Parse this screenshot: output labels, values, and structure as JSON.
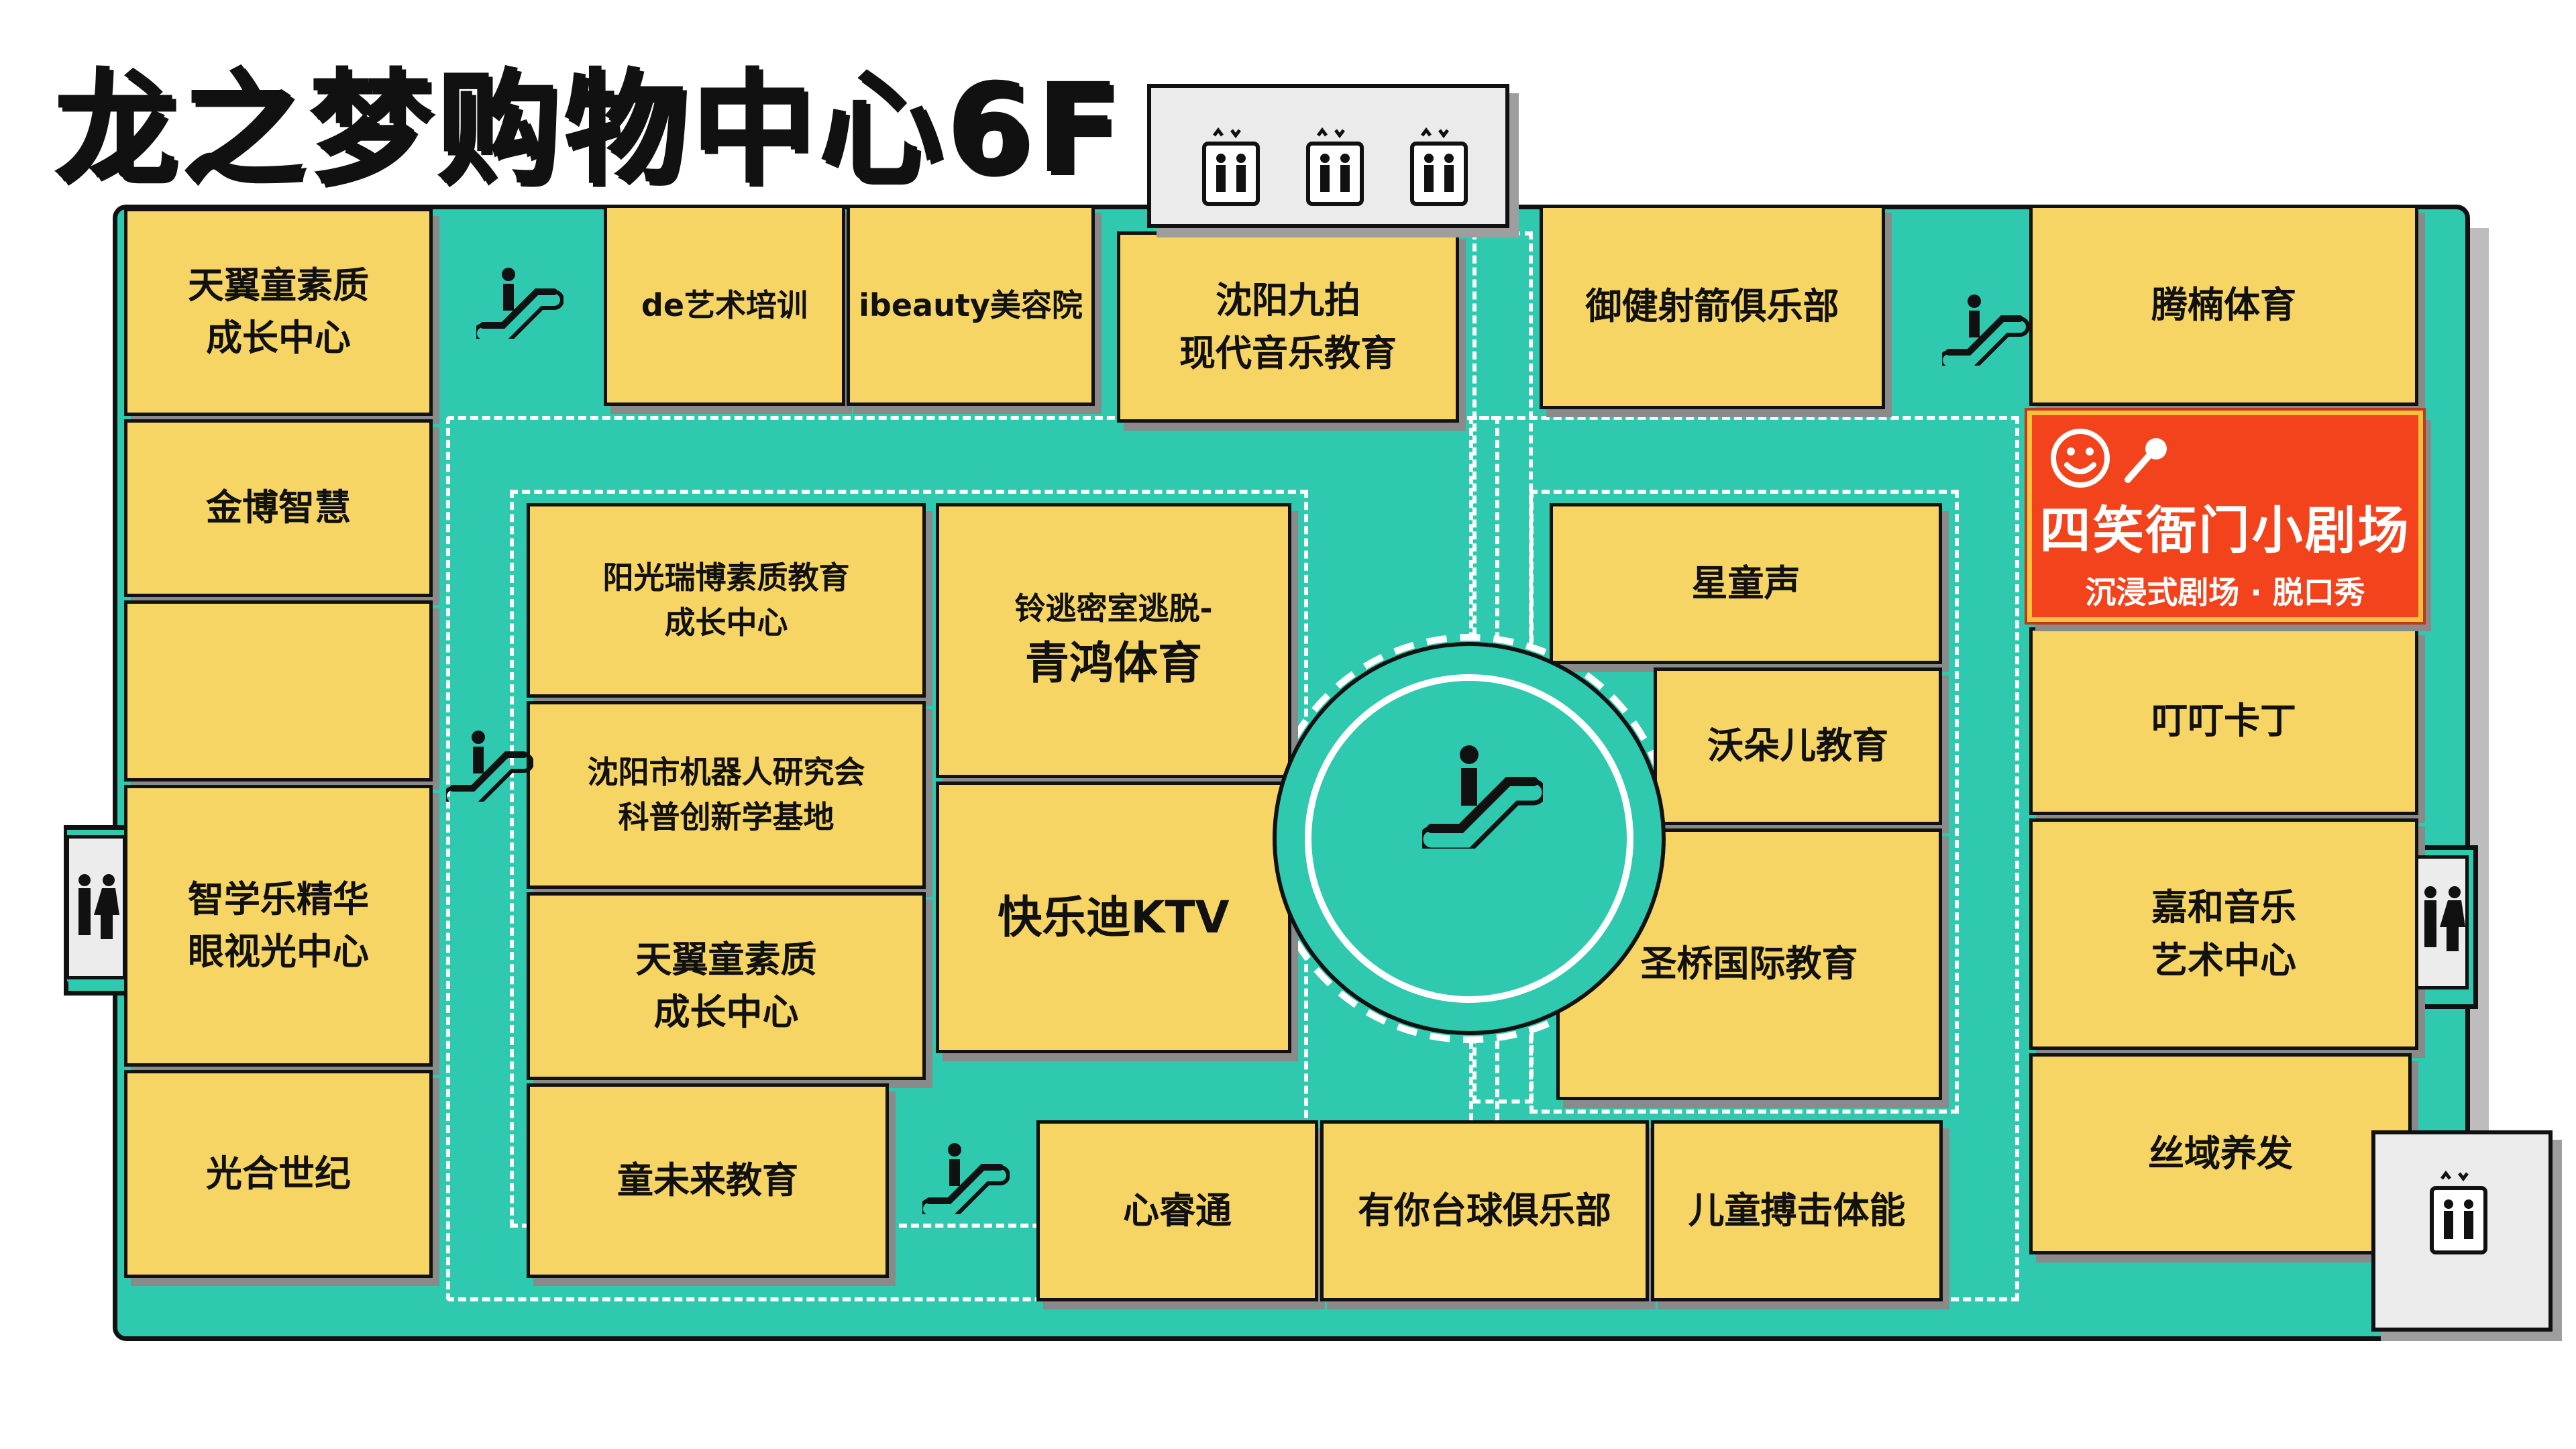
{
  "title": "龙之梦购物中心6F",
  "shops": {
    "s1": "天翼童素质\n成长中心",
    "s2": "金博智慧",
    "s3": "",
    "s4": "智学乐精华\n眼视光中心",
    "s5": "光合世纪",
    "s6": "de艺术培训",
    "s7": "ibeauty美容院",
    "s8": "沈阳九拍\n现代音乐教育",
    "s9": "御健射箭俱乐部",
    "s10": "腾楠体育",
    "s11": "叮叮卡丁",
    "s12": "嘉和音乐\n艺术中心",
    "s13": "丝域养发",
    "s14": "阳光瑞博素质教育\n成长中心",
    "s15": "沈阳市机器人研究会\n科普创新学基地",
    "s16": "天翼童素质\n成长中心",
    "s17": "童未来教育",
    "s18_line1": "铃逃密室逃脱-",
    "s18_line2": "青鸿体育",
    "s19": "快乐迪KTV",
    "s20": "星童声",
    "s21": "沃朵儿教育",
    "s22": "圣桥国际教育",
    "s23": "心睿通",
    "s24": "有你台球俱乐部",
    "s25": "儿童搏击体能"
  },
  "featured": {
    "name": "四笑衙门小剧场",
    "subtitle": "沉浸式剧场 · 脱口秀",
    "smile_icon": "smile-icon",
    "mic_icon": "microphone-icon",
    "bg_color": "#f2431c",
    "border_color": "#f8c03c"
  },
  "colors": {
    "floor": "#2ec9ae",
    "shop": "#f6d564",
    "corridor_line": "#ffffff"
  },
  "icons": [
    "escalator-icon",
    "elevator-icon",
    "restroom-icon"
  ]
}
